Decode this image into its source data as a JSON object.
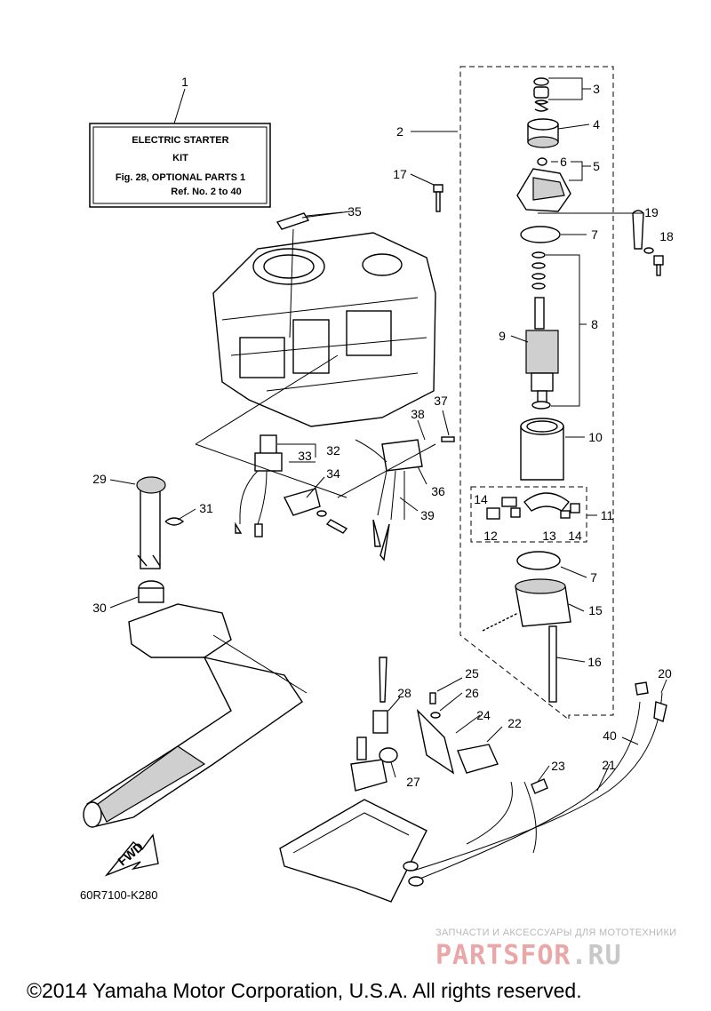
{
  "kit_box": {
    "title": "ELECTRIC STARTER",
    "subtitle": "KIT",
    "fig_line": "Fig. 28, OPTIONAL PARTS 1",
    "ref_line": "Ref. No. 2 to 40"
  },
  "callouts": {
    "c1": "1",
    "c2": "2",
    "c3": "3",
    "c4": "4",
    "c5": "5",
    "c6": "6",
    "c7a": "7",
    "c7b": "7",
    "c8": "8",
    "c9": "9",
    "c10": "10",
    "c11": "11",
    "c12": "12",
    "c13": "13",
    "c14a": "14",
    "c14b": "14",
    "c15": "15",
    "c16": "16",
    "c17": "17",
    "c18": "18",
    "c19": "19",
    "c20": "20",
    "c21": "21",
    "c22": "22",
    "c23": "23",
    "c24": "24",
    "c25": "25",
    "c26": "26",
    "c27": "27",
    "c28": "28",
    "c29": "29",
    "c30": "30",
    "c31": "31",
    "c32": "32",
    "c33": "33",
    "c34": "34",
    "c35": "35",
    "c36": "36",
    "c37": "37",
    "c38": "38",
    "c39": "39",
    "c40": "40"
  },
  "fwd_arrow": "FWD",
  "ref_code": "60R7100-K280",
  "watermark": {
    "subtitle": "ЗАПЧАСТИ И АКСЕССУАРЫ ДЛЯ МОТОТЕХНИКИ",
    "brand": "PARTSFOR",
    "brand_tld": ".RU"
  },
  "copyright": "©2014 Yamaha Motor Corporation, U.S.A. All rights reserved."
}
